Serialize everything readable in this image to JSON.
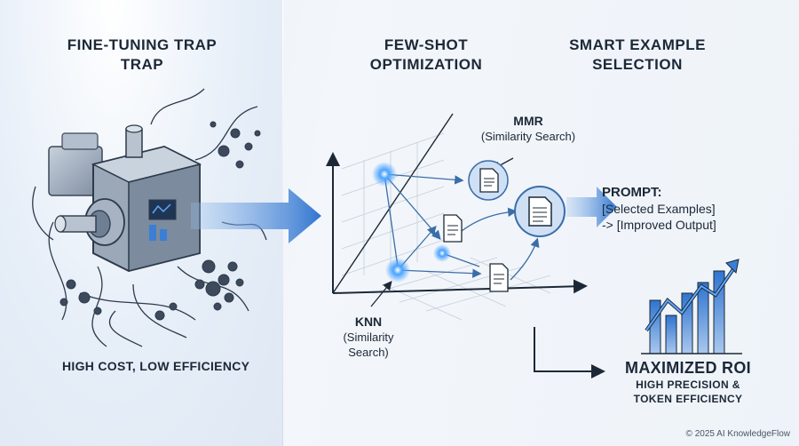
{
  "sections": {
    "fine_tuning": {
      "title_line1": "FINE-TUNING TRAP",
      "title_line2": "TRAP",
      "caption": "HIGH COST, LOW EFFICIENCY"
    },
    "few_shot": {
      "title_line1": "FEW-SHOT",
      "title_line2": "OPTIMIZATION"
    },
    "smart_selection": {
      "title_line1": "SMART EXAMPLE",
      "title_line2": "SELECTION"
    }
  },
  "labels": {
    "mmr_title": "MMR",
    "mmr_sub": "(Similarity Search)",
    "knn_title": "KNN",
    "knn_sub_1": "(Similarity",
    "knn_sub_2": "Search)"
  },
  "prompt": {
    "title": "PROMPT:",
    "line1": "[Selected Examples]",
    "line2": "-> [Improved Output]"
  },
  "roi": {
    "title": "MAXIMIZED ROI",
    "sub1": "HIGH PRECISION &",
    "sub2": "TOKEN EFFICIENCY"
  },
  "footer": {
    "copyright": "© 2025 AI KnowledgeFlow"
  },
  "colors": {
    "accent_blue": "#3a7fd5",
    "dark_navy": "#1c2837",
    "machine_gray": "#6f7f93"
  },
  "icons": [
    "machine-icon",
    "neural-cluster-icon",
    "document-icon",
    "growth-chart-icon"
  ]
}
